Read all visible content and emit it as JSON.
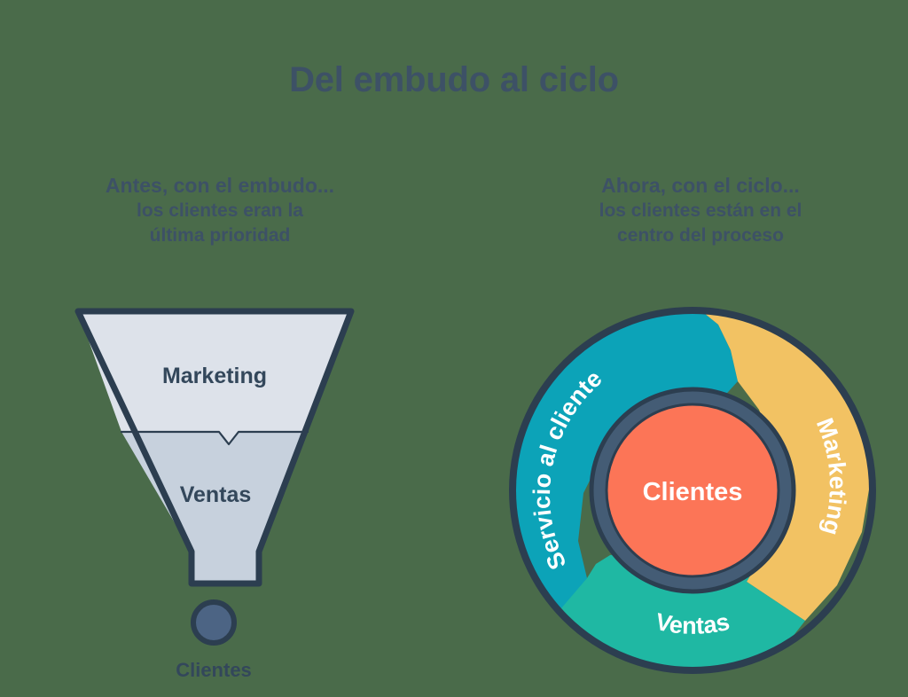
{
  "page": {
    "title": "Del embudo al ciclo",
    "background_color": "#4a6b4a"
  },
  "left_panel": {
    "heading_lead": "Antes, con el embudo...",
    "heading_sub_line1": "los clientes eran la",
    "heading_sub_line2": "última prioridad",
    "funnel": {
      "stages": [
        {
          "label": "Marketing",
          "fill": "#dde2ea"
        },
        {
          "label": "Ventas",
          "fill": "#c7d1dd"
        }
      ],
      "outline_color": "#2c3e50",
      "outcome": {
        "label": "Clientes",
        "dot_fill": "#4c6484",
        "dot_outline": "#2c3e50"
      }
    }
  },
  "right_panel": {
    "heading_lead": "Ahora, con el ciclo...",
    "heading_sub_line1": "los clientes están en el",
    "heading_sub_line2": "centro del proceso",
    "flywheel": {
      "center_label": "Clientes",
      "center_fill": "#fc7557",
      "center_ring_fill": "#445c75",
      "outline_color": "#2c3e50",
      "segments": [
        {
          "label": "Marketing",
          "fill": "#f2c263",
          "position": "upper-right"
        },
        {
          "label": "Ventas",
          "fill": "#1fb8a3",
          "position": "bottom"
        },
        {
          "label": "Servicio al cliente",
          "fill": "#0ca3b8",
          "position": "left"
        }
      ]
    }
  },
  "colors": {
    "ink": "#3d5166",
    "outline": "#2c3e50",
    "marketing_yellow": "#f2c263",
    "ventas_teal": "#1fb8a3",
    "servicio_cyan": "#0ca3b8",
    "clientes_orange": "#fc7557",
    "ring_slate": "#445c75",
    "funnel_top": "#dde2ea",
    "funnel_bottom": "#c7d1dd",
    "dot_slate": "#4c6484"
  }
}
